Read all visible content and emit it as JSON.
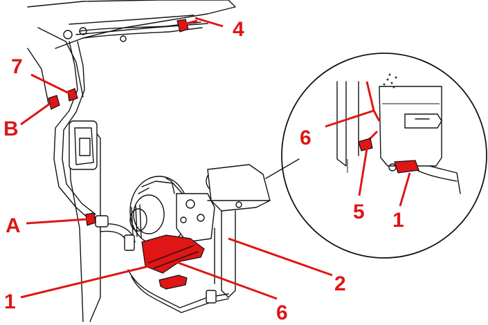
{
  "callouts": {
    "c1_main": "1",
    "c1_detail": "1",
    "c2": "2",
    "c4": "4",
    "c5": "5",
    "c6_main": "6",
    "c6_detail": "6",
    "c7": "7",
    "cA": "A",
    "cB": "B"
  },
  "colors": {
    "highlight": "#e01515",
    "linework": "#111111",
    "background": "#ffffff"
  }
}
